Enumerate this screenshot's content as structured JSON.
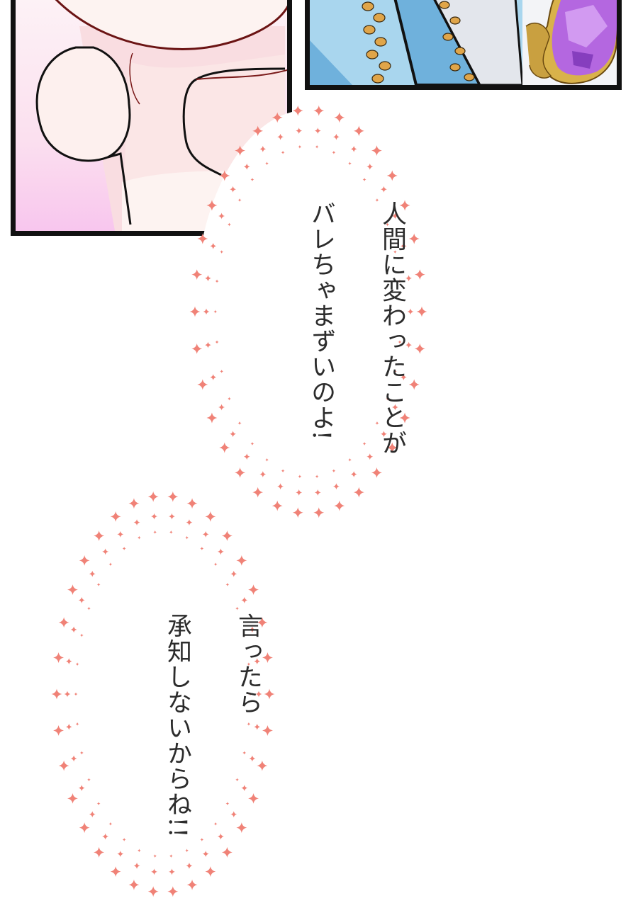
{
  "page": {
    "background": "#ffffff",
    "type": "vertical manga / webtoon strip"
  },
  "panels": [
    {
      "id": "panel-left",
      "description": "close-up of pink-skinned character's chin, neck and raised hands on pink gradient background",
      "colors": {
        "skin": "#fdeee9",
        "shadow": "#f7d4da",
        "bg_bottom": "#f9c8ef",
        "line": "#7a1a1a"
      }
    },
    {
      "id": "panel-right",
      "description": "blue robe with gold laurel embroidery, white shirt, and purple heart-shaped gem in ornate gold frame",
      "colors": {
        "robe_light": "#a9d6ee",
        "robe_dark": "#6fb1dc",
        "gold": "#e0a549",
        "gem": "#b467e0",
        "shirt": "#e3e6ec"
      }
    }
  ],
  "speech_bubbles": [
    {
      "id": "bubble-1",
      "style": "sparkle-ring",
      "sparkle_color": "#f08277",
      "lines": [
        "人間に変わったことが",
        "バレちゃまずいのよ!"
      ]
    },
    {
      "id": "bubble-2",
      "style": "sparkle-ring",
      "sparkle_color": "#f08277",
      "lines": [
        "言ったら",
        "承知しないからね!!"
      ]
    }
  ]
}
